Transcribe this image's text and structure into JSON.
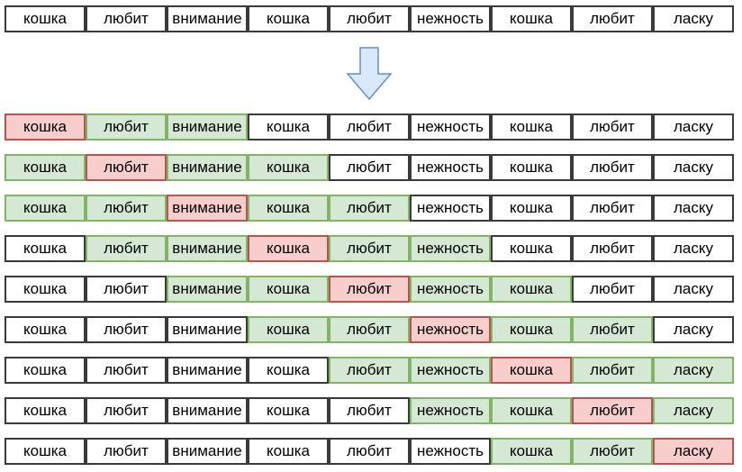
{
  "title": "",
  "colors": {
    "cell_border": "#3a3a3a",
    "context_fill": "#d5e8d4",
    "context_border": "#82b366",
    "center_fill": "#f8cecc",
    "center_border": "#b85450",
    "arrow_fill": "#dae8fc",
    "arrow_border": "#6c8ebf"
  },
  "arrow_icon": "down-arrow-icon",
  "sentence": [
    "кошка",
    "любит",
    "внимание",
    "кошка",
    "любит",
    "нежность",
    "кошка",
    "любит",
    "ласку"
  ],
  "window_radius": 2,
  "windows": [
    {
      "center": 0
    },
    {
      "center": 1
    },
    {
      "center": 2
    },
    {
      "center": 3
    },
    {
      "center": 4
    },
    {
      "center": 5
    },
    {
      "center": 6
    },
    {
      "center": 7
    },
    {
      "center": 8
    }
  ]
}
